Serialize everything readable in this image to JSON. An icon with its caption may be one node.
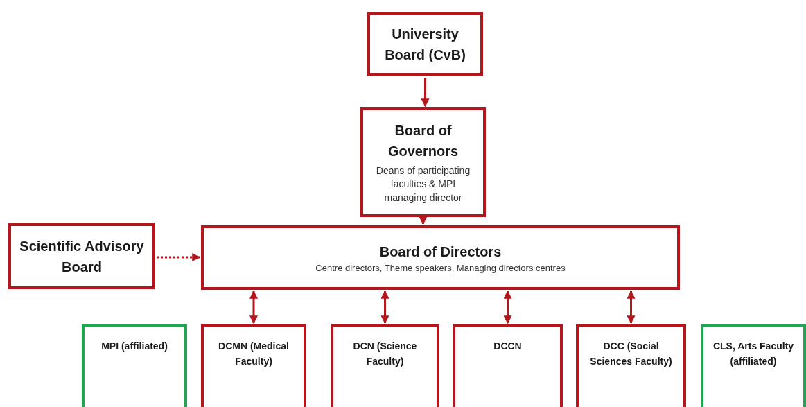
{
  "diagram": {
    "nodes": [
      {
        "text": [
          "University Board (CvB)"
        ]
      },
      {
        "text": [
          "Board of Governors",
          "Deans of participating faculties & MPI managing director"
        ]
      },
      {
        "text": [
          "Scientific Advisory Board"
        ]
      },
      {
        "text": [
          "Board of Directors",
          "Centre directors, Theme speakers, Managing directors centres"
        ]
      },
      {
        "text": [
          "MPI (affiliated)"
        ]
      },
      {
        "text": [
          "DCMN (Medical Faculty)"
        ]
      },
      {
        "text": [
          "DCN (Science Faculty)"
        ]
      },
      {
        "text": [
          "DCCN"
        ]
      },
      {
        "text": [
          "DCC (Social Sciences Faculty)"
        ]
      },
      {
        "text": [
          "CLS, Arts Faculty (affiliated)"
        ]
      }
    ],
    "edges": [
      {
        "from": 0,
        "to": 1,
        "arrow": "to"
      },
      {
        "from": 1,
        "to": 3,
        "arrow": "to"
      },
      {
        "from": 2,
        "to": 3,
        "arrow": "to",
        "style": "dashed"
      },
      {
        "from": 3,
        "to": 5,
        "arrow": "both"
      },
      {
        "from": 3,
        "to": 6,
        "arrow": "both"
      },
      {
        "from": 3,
        "to": 7,
        "arrow": "both"
      },
      {
        "from": 3,
        "to": 8,
        "arrow": "both"
      }
    ]
  }
}
